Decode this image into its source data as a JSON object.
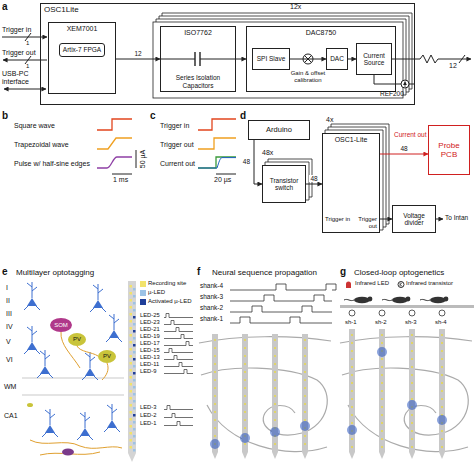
{
  "diagram": {
    "nodes": [
      {
        "text": [
          "OSC1Lite"
        ]
      },
      {
        "text": [
          "XEM7001",
          "Artix-7 FPGA"
        ],
        "in": 0
      },
      {
        "text": [
          "ISO7762",
          "Series Isolation Capacitors"
        ],
        "in": 0
      },
      {
        "text": [
          "DAC8750"
        ],
        "in": 0
      },
      {
        "text": [
          "SPI Slave"
        ],
        "in": 3
      },
      {
        "text": [
          "DAC"
        ],
        "in": 3
      },
      {
        "text": [
          "Current Source"
        ],
        "in": 3
      },
      {
        "text": [
          "Arduino"
        ]
      },
      {
        "text": [
          "Transistor switch"
        ]
      },
      {
        "text": [
          "OSC1-Lite",
          "Trigger in",
          "Trigger out"
        ]
      },
      {
        "text": [
          "Probe PCB"
        ]
      },
      {
        "text": [
          "Voltage divider"
        ]
      },
      {
        "text": [
          "SOM"
        ]
      },
      {
        "text": [
          "PV"
        ]
      },
      {
        "text": [
          "PV"
        ]
      }
    ],
    "edges": [
      {
        "from": 1,
        "to": 2,
        "arrow": "to",
        "label": "12"
      },
      {
        "from": 2,
        "to": 3,
        "arrow": "to"
      },
      {
        "from": 4,
        "to": 5,
        "arrow": "to"
      },
      {
        "from": 5,
        "to": 6,
        "arrow": "to"
      },
      {
        "from": 7,
        "to": 8,
        "arrow": "to",
        "label": "48"
      },
      {
        "from": 8,
        "to": 9,
        "arrow": "to",
        "label": "48"
      },
      {
        "from": 9,
        "to": 10,
        "arrow": "to",
        "label": "48"
      },
      {
        "from": 9,
        "to": 11,
        "arrow": "to"
      }
    ],
    "labels": [
      "a",
      "12x",
      "Trigger in",
      "1",
      "Trigger out",
      "1",
      "USB-PC interface",
      "Gain & offset calibration",
      "REF200",
      "12",
      "b",
      "Square wave",
      "Trapezoidal wave",
      "Pulse w/ half-sine edges",
      "50 µA",
      "1 ms",
      "c",
      "Trigger in",
      "Trigger out",
      "Current out",
      "20 µs",
      "d",
      "48x",
      "4x",
      "Current out",
      "To Intan",
      "e",
      "Multilayer optotagging",
      "I",
      "II",
      "III",
      "IV",
      "V",
      "VI",
      "WM",
      "CA1",
      "LED-25",
      "LED-23",
      "LED-21",
      "LED-19",
      "LED-17",
      "LED-15",
      "LED-13",
      "LED-11",
      "LED-9",
      "LED-3",
      "LED-2",
      "LED-1",
      "f",
      "Neural sequence propagation",
      "shank-4",
      "shank-3",
      "shank-2",
      "shank-1",
      "g",
      "Closed-loop optogenetics",
      "Infrared LED",
      "Infrared transistor",
      "sh-1",
      "sh-2",
      "sh-3",
      "sh-4"
    ],
    "legend": [
      {
        "text": "Recording site",
        "color": "#f2e36b"
      },
      {
        "text": "µ-LED",
        "color": "#9cc3e6"
      },
      {
        "text": "Activated µ-LED",
        "color": "#1f3f99"
      }
    ]
  }
}
